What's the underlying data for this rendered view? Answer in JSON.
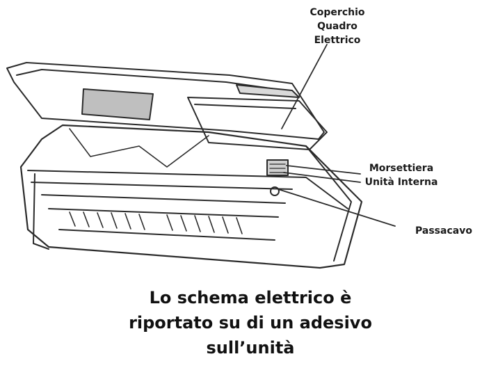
{
  "labels": {
    "cover": [
      "Coperchio",
      "Quadro",
      "Elettrico"
    ],
    "terminal_block": [
      "Morsettiera",
      "Unità Interna"
    ],
    "cable_gland": "Passacavo"
  },
  "caption": [
    "Lo schema elettrico è",
    "riportato su di un adesivo",
    "sull’unità"
  ],
  "colors": {
    "line": "#2a2a2a",
    "text": "#1a1a1a",
    "background": "#ffffff"
  }
}
